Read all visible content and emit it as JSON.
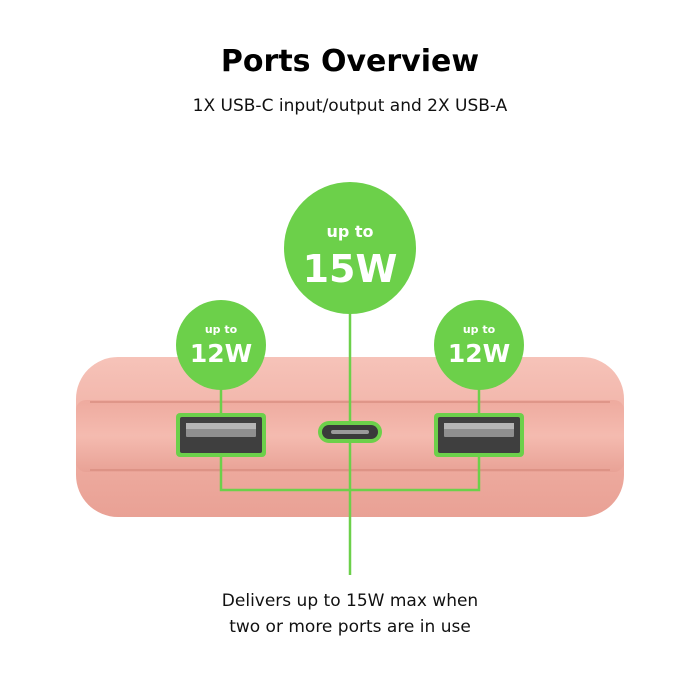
{
  "header": {
    "title": "Ports Overview",
    "subtitle": "1X USB-C input/output and 2X USB-A"
  },
  "badges": {
    "left": {
      "prefix": "up to",
      "value": "12W"
    },
    "center": {
      "prefix": "up to",
      "value": "15W"
    },
    "right": {
      "prefix": "up to",
      "value": "12W"
    }
  },
  "footer": {
    "line1": "Delivers up to 15W max when",
    "line2": "two or more ports are in use"
  },
  "colors": {
    "accent_green": "#6cd04a",
    "device_pink": "#f3b7ad",
    "port_dark": "#4a4a4a"
  }
}
